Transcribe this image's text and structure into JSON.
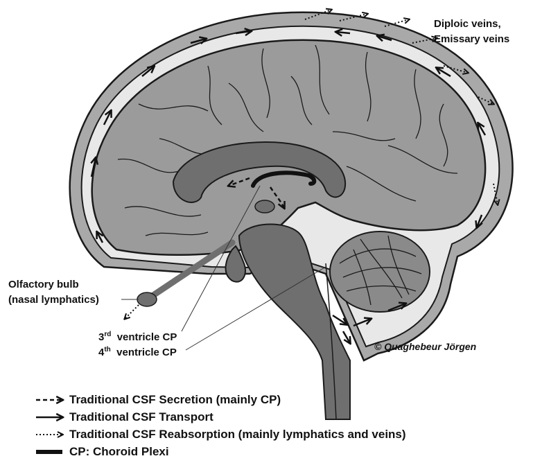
{
  "labels": {
    "diploic": "Diploic veins,",
    "emissary": "Emissary veins",
    "olfactory_line1": "Olfactory bulb",
    "olfactory_line2": "(nasal lymphatics)",
    "v3_prefix": "3",
    "v3_sup": "rd",
    "v3_suffix": "ventricle CP",
    "v4_prefix": "4",
    "v4_sup": "th",
    "v4_suffix": "ventricle CP",
    "credit": "© Quaghebeur Jörgen"
  },
  "legend": {
    "secretion": "Traditional CSF Secretion (mainly CP)",
    "transport": "Traditional CSF Transport",
    "reabsorption": "Traditional CSF Reabsorption (mainly lymphatics and veins)",
    "choroid": "CP: Choroid Plexi"
  },
  "colors": {
    "skull": "#a9a9a9",
    "csf": "#e8e8e8",
    "brain": "#9b9b9b",
    "dark_structure": "#6f6f6f",
    "outline": "#1a1a1a"
  }
}
